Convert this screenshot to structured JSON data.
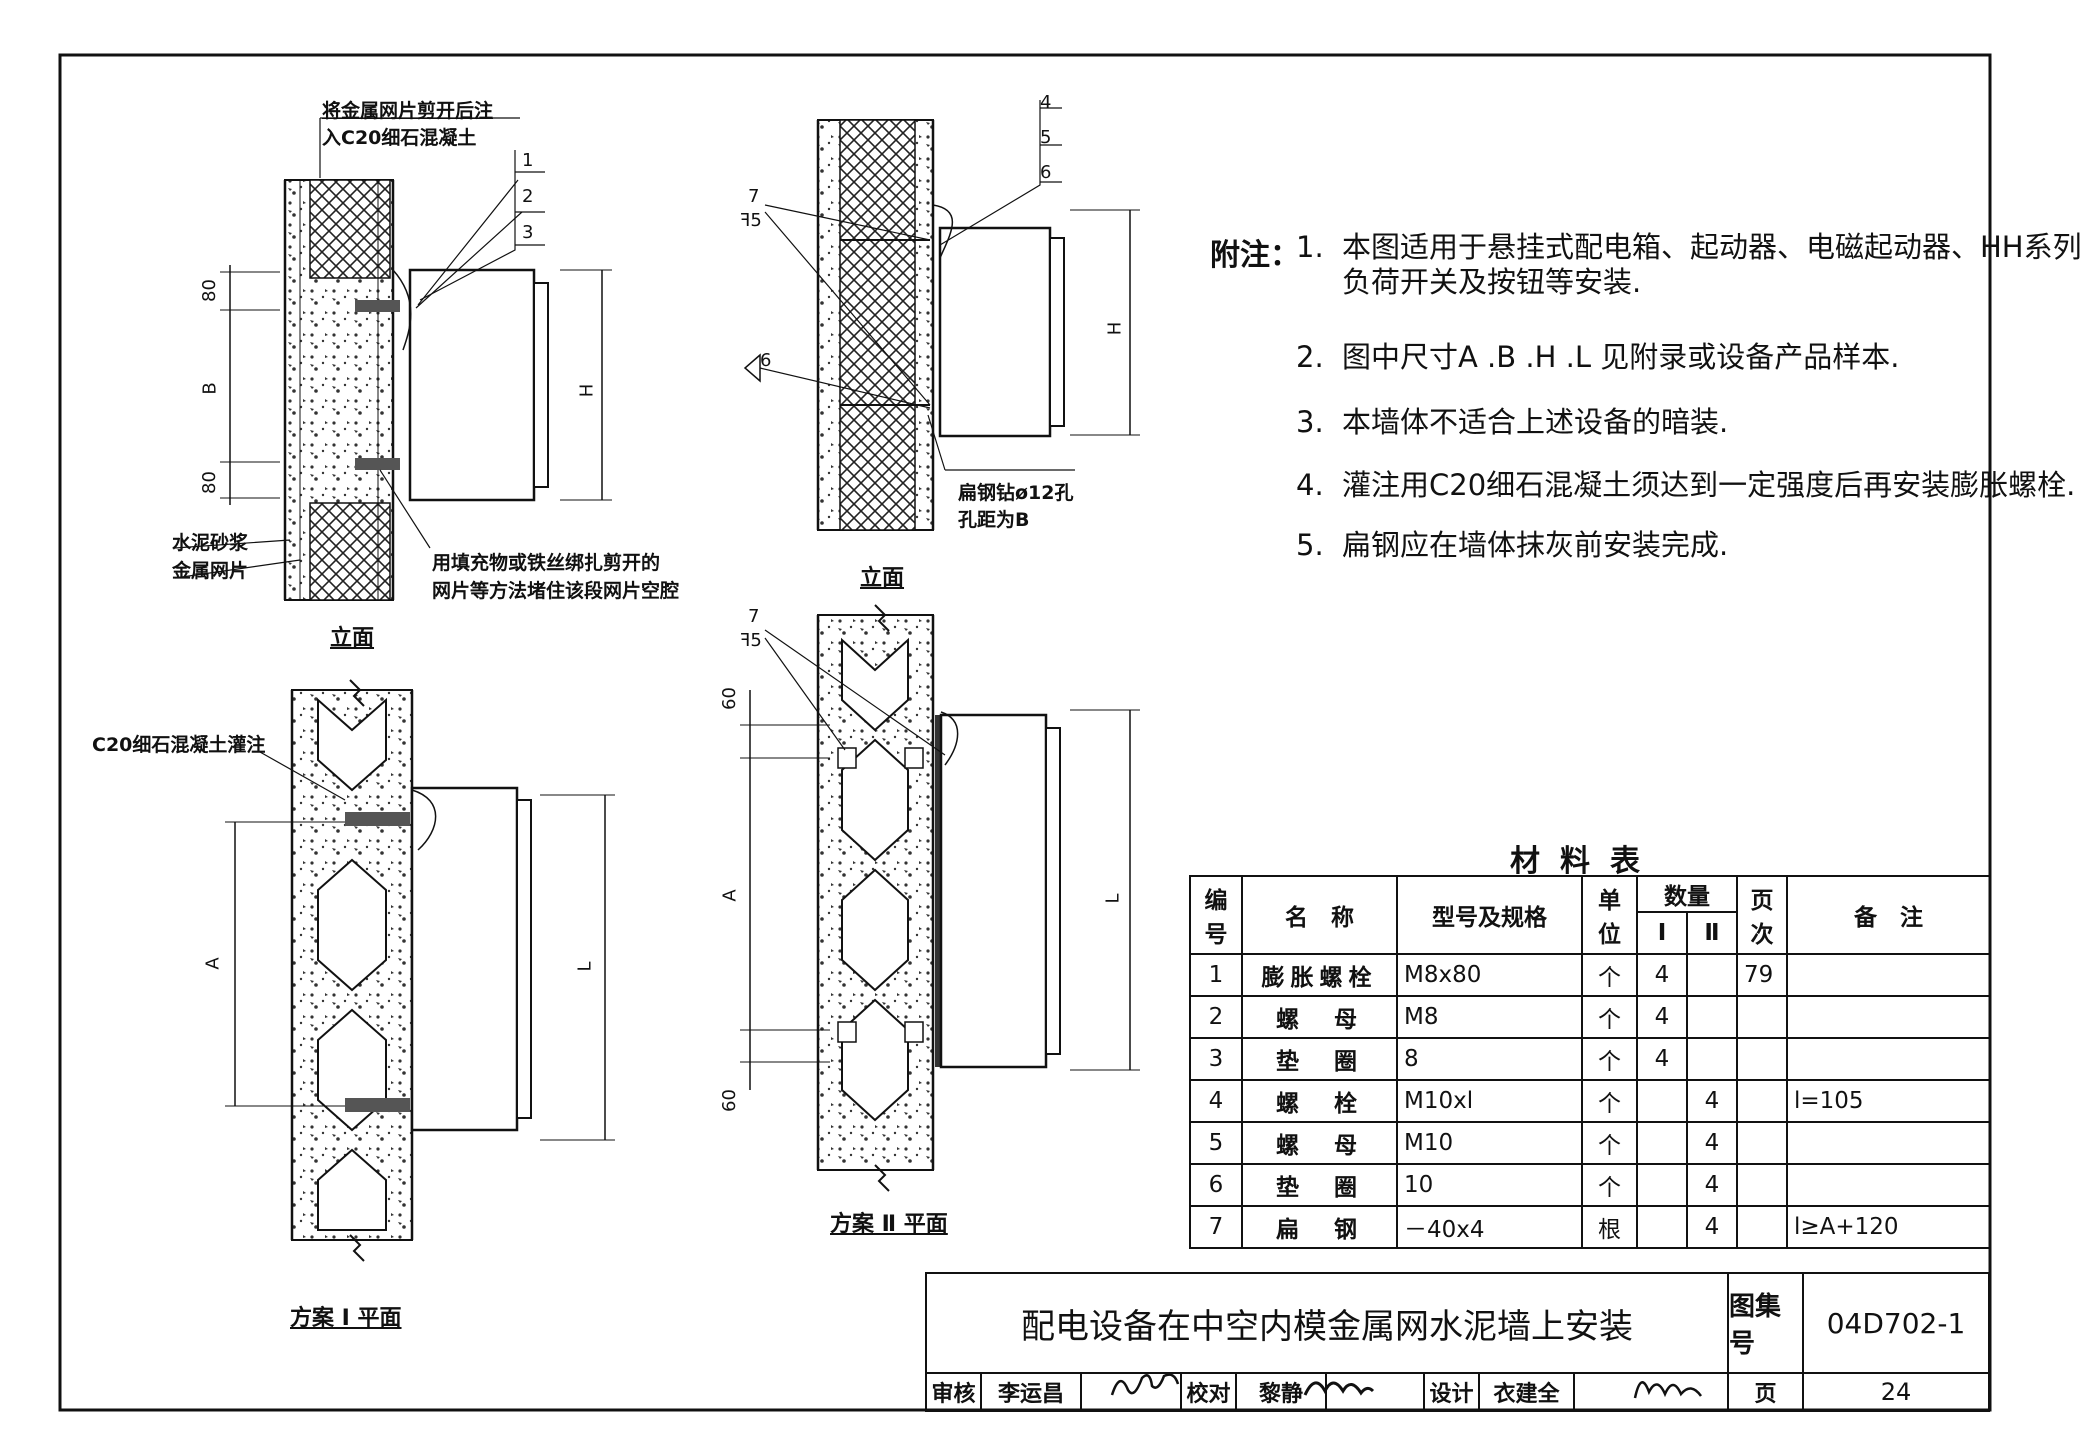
{
  "notes": {
    "heading": "附注：",
    "items": [
      {
        "num": "1.",
        "lines": [
          "本图适用于悬挂式配电箱、起动器、电磁起动器、HH系列",
          "负荷开关及按钮等安装."
        ]
      },
      {
        "num": "2.",
        "lines": [
          "图中尺寸A .B .H .L  见附录或设备产品样本."
        ]
      },
      {
        "num": "3.",
        "lines": [
          "本墙体不适合上述设备的暗装."
        ]
      },
      {
        "num": "4.",
        "lines": [
          "灌注用C20细石混凝土须达到一定强度后再安装膨胀螺栓."
        ]
      },
      {
        "num": "5.",
        "lines": [
          "扁钢应在墙体抹灰前安装完成."
        ]
      }
    ]
  },
  "figures": {
    "elevation_1": {
      "caption": "立面",
      "note_top_line1": "将金属网片剪开后注",
      "note_top_line2": "入C20细石混凝土",
      "leaders": [
        "1",
        "2",
        "3"
      ],
      "label_mortar": "水泥砂浆",
      "label_mesh": "金属网片",
      "note_bottom_line1": "用填充物或铁丝绑扎剪开的",
      "note_bottom_line2": "网片等方法堵住该段网片空腔",
      "dim_top": "80",
      "dim_mid": "B",
      "dim_bottom": "80",
      "dim_right": "H"
    },
    "elevation_2": {
      "caption": "立面",
      "leaders": [
        "4",
        "5",
        "6"
      ],
      "tag_7": "7",
      "tag_z5": "ꟻ5",
      "tag_6": "6",
      "dim_right": "H",
      "note_line1": "扁钢钻ø12孔",
      "note_line2": "孔距为B"
    },
    "plan_1": {
      "caption": "方案 Ⅰ 平面",
      "note": "C20细石混凝土灌注",
      "dim_left": "A",
      "dim_right": "L"
    },
    "plan_2": {
      "caption": "方案 Ⅱ 平面",
      "tag_7": "7",
      "tag_z5": "ꟻ5",
      "dim_top": "60",
      "dim_mid": "A",
      "dim_bottom": "60",
      "dim_right": "L"
    }
  },
  "materials": {
    "title": "材料表",
    "headers": {
      "no": "编号",
      "name": "名　称",
      "spec": "型号及规格",
      "unit": "单位",
      "qty": "数量",
      "qty1": "Ⅰ",
      "qty2": "Ⅱ",
      "page": "页次",
      "remark": "备　注"
    },
    "rows": [
      {
        "no": "1",
        "name": "膨胀螺栓",
        "spec": "M8x80",
        "unit": "个",
        "q1": "4",
        "q2": "",
        "page": "79",
        "remark": ""
      },
      {
        "no": "2",
        "name": "螺　母",
        "spec": "M8",
        "unit": "个",
        "q1": "4",
        "q2": "",
        "page": "",
        "remark": ""
      },
      {
        "no": "3",
        "name": "垫　圈",
        "spec": "8",
        "unit": "个",
        "q1": "4",
        "q2": "",
        "page": "",
        "remark": ""
      },
      {
        "no": "4",
        "name": "螺　栓",
        "spec": "M10xl",
        "unit": "个",
        "q1": "",
        "q2": "4",
        "page": "",
        "remark": "l=105"
      },
      {
        "no": "5",
        "name": "螺　母",
        "spec": "M10",
        "unit": "个",
        "q1": "",
        "q2": "4",
        "page": "",
        "remark": ""
      },
      {
        "no": "6",
        "name": "垫　圈",
        "spec": "10",
        "unit": "个",
        "q1": "",
        "q2": "4",
        "page": "",
        "remark": ""
      },
      {
        "no": "7",
        "name": "扁　钢",
        "spec": "－40x4",
        "unit": "根",
        "q1": "",
        "q2": "4",
        "page": "",
        "remark": "l≥A+120"
      }
    ]
  },
  "title_block": {
    "title": "配电设备在中空内模金属网水泥墙上安装",
    "atlas_label": "图集号",
    "atlas_no": "04D702-1",
    "review_label": "审核",
    "reviewer": "李运昌",
    "check_label": "校对",
    "checker": "黎静",
    "design_label": "设计",
    "designer": "衣建全",
    "page_label": "页",
    "page_no": "24"
  },
  "colors": {
    "ink": "#111111",
    "paper": "#ffffff"
  }
}
